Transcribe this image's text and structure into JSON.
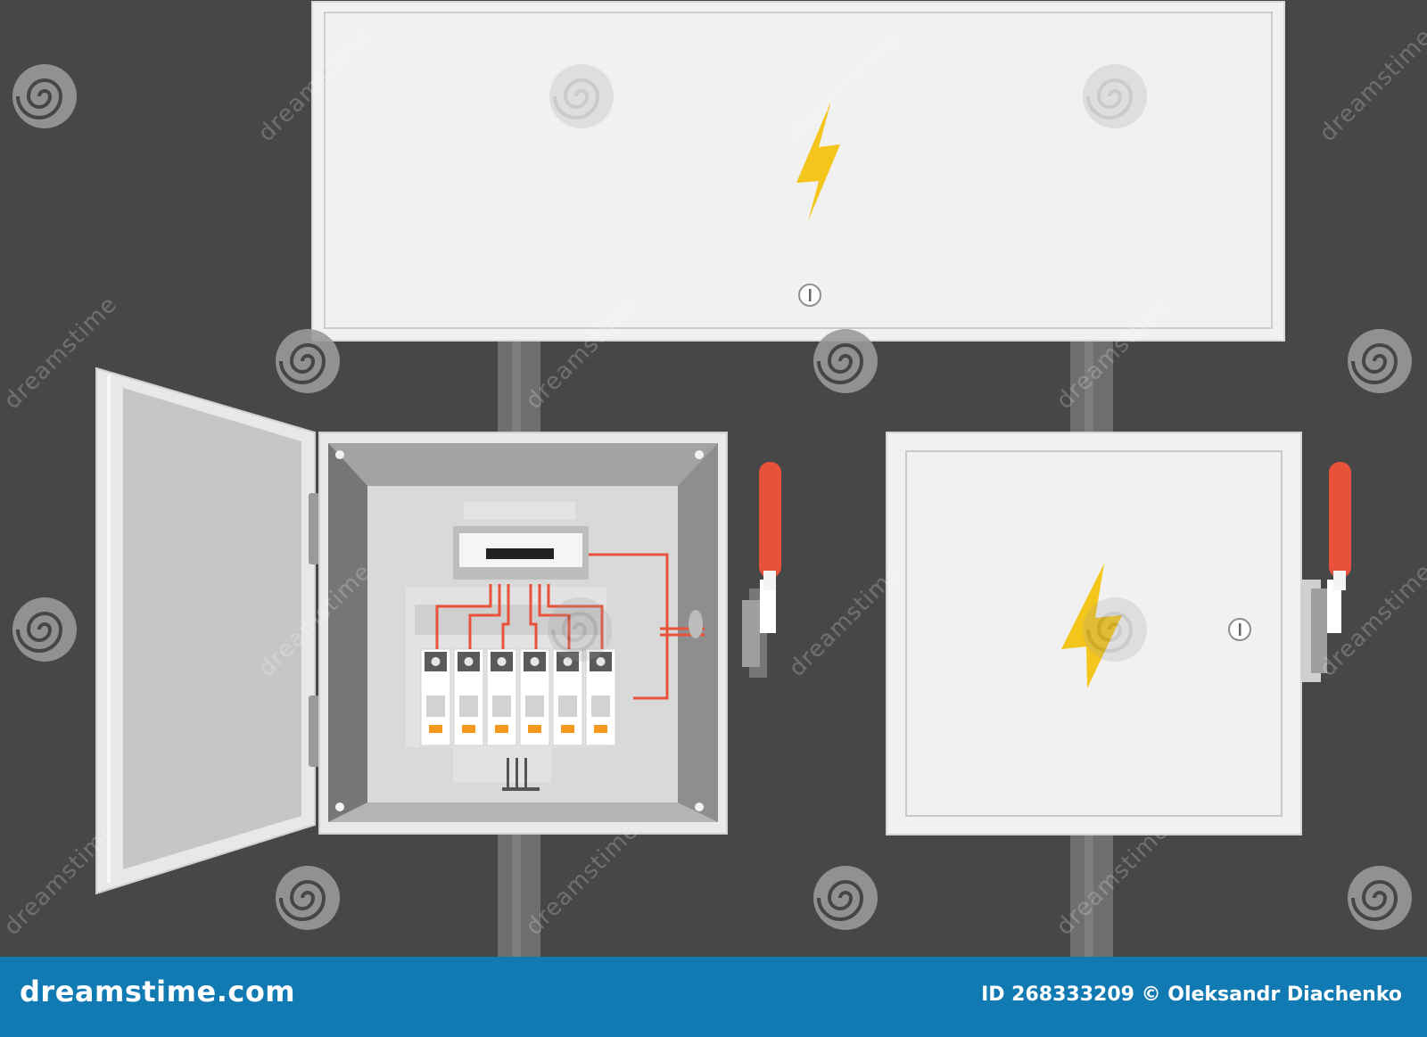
{
  "footer": {
    "brand": "dreamstime.com",
    "credit": "ID 268333209 © Oleksandr Diachenko"
  },
  "watermark": {
    "text": "dreamstime"
  },
  "colors": {
    "background": "#474747",
    "footer": "#127ab3",
    "box_panel": "#f2f2f2",
    "handle": "#e8523a",
    "wire": "#e8523a",
    "bolt": "#f4c51b",
    "breaker_indicator": "#f39a1e",
    "meter_display": "#222222"
  },
  "icons": [
    "lightning-bolt-icon",
    "lock-keyhole-icon",
    "dreamstime-spiral-logo"
  ]
}
